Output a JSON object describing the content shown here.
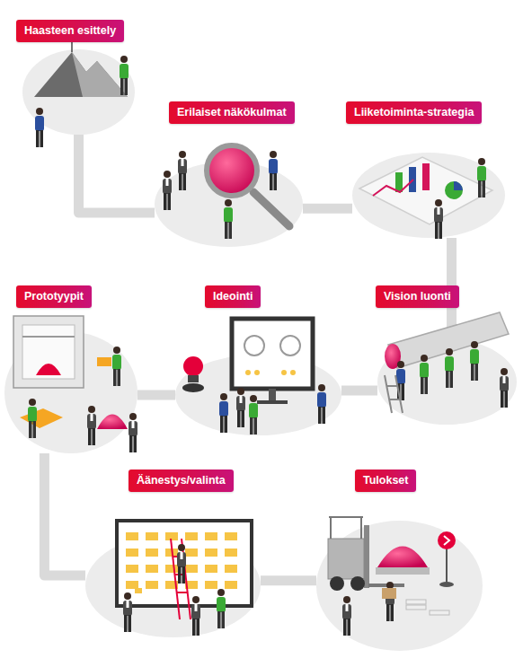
{
  "diagram": {
    "nodes": [
      {
        "text": [
          "Haasteen esittely"
        ]
      },
      {
        "text": [
          "Erilaiset näkökulmat"
        ]
      },
      {
        "text": [
          "Liiketoiminta-strategia"
        ]
      },
      {
        "text": [
          "Vision luonti"
        ]
      },
      {
        "text": [
          "Ideointi"
        ]
      },
      {
        "text": [
          "Prototyypit"
        ]
      },
      {
        "text": [
          "Äänestys/valinta"
        ]
      },
      {
        "text": [
          "Tulokset"
        ]
      }
    ],
    "edges": [
      {
        "from": 0,
        "to": 1,
        "arrow": "none"
      },
      {
        "from": 1,
        "to": 2,
        "arrow": "none"
      },
      {
        "from": 2,
        "to": 3,
        "arrow": "none"
      },
      {
        "from": 3,
        "to": 4,
        "arrow": "none"
      },
      {
        "from": 4,
        "to": 5,
        "arrow": "none"
      },
      {
        "from": 5,
        "to": 6,
        "arrow": "none"
      },
      {
        "from": 6,
        "to": 7,
        "arrow": "none"
      }
    ]
  }
}
